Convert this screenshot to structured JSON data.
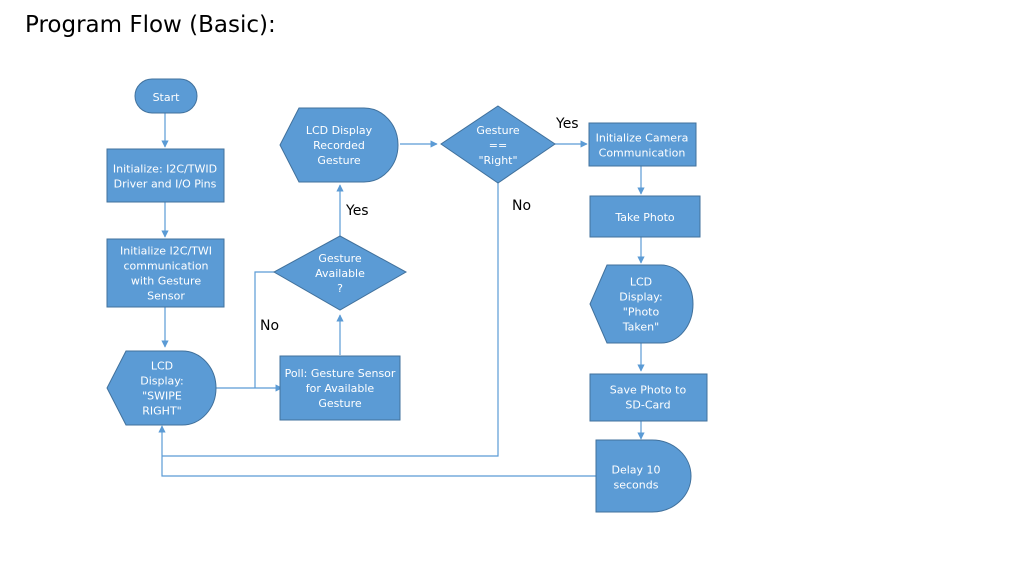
{
  "title": "Program Flow (Basic):",
  "colors": {
    "node_fill": "#5b9bd5",
    "node_stroke": "#41719c",
    "connector": "#5b9bd5"
  },
  "nodes": {
    "start": {
      "lines": [
        "Start"
      ]
    },
    "init_i2c": {
      "lines": [
        "Initialize: I2C/TWID",
        "Driver and I/O Pins"
      ]
    },
    "init_comm": {
      "lines": [
        "Initialize I2C/TWI",
        "communication",
        "with Gesture",
        "Sensor"
      ]
    },
    "lcd_swipe": {
      "lines": [
        "LCD",
        "Display:",
        "\"SWIPE",
        "RIGHT\""
      ]
    },
    "poll": {
      "lines": [
        "Poll: Gesture Sensor",
        "for Available",
        "Gesture"
      ]
    },
    "gesture_available": {
      "lines": [
        "Gesture",
        "Available",
        "?"
      ]
    },
    "lcd_recorded": {
      "lines": [
        "LCD Display",
        "Recorded",
        "Gesture"
      ]
    },
    "gesture_right": {
      "lines": [
        "Gesture",
        "==",
        "\"Right\""
      ]
    },
    "init_camera": {
      "lines": [
        "Initialize Camera",
        "Communication"
      ]
    },
    "take_photo": {
      "lines": [
        "Take Photo"
      ]
    },
    "lcd_photo": {
      "lines": [
        "LCD",
        "Display:",
        "\"Photo",
        "Taken\""
      ]
    },
    "save_photo": {
      "lines": [
        "Save Photo to",
        "SD-Card"
      ]
    },
    "delay": {
      "lines": [
        "Delay 10",
        "seconds"
      ]
    }
  },
  "labels": {
    "available_yes": "Yes",
    "available_no": "No",
    "right_yes": "Yes",
    "right_no": "No"
  }
}
